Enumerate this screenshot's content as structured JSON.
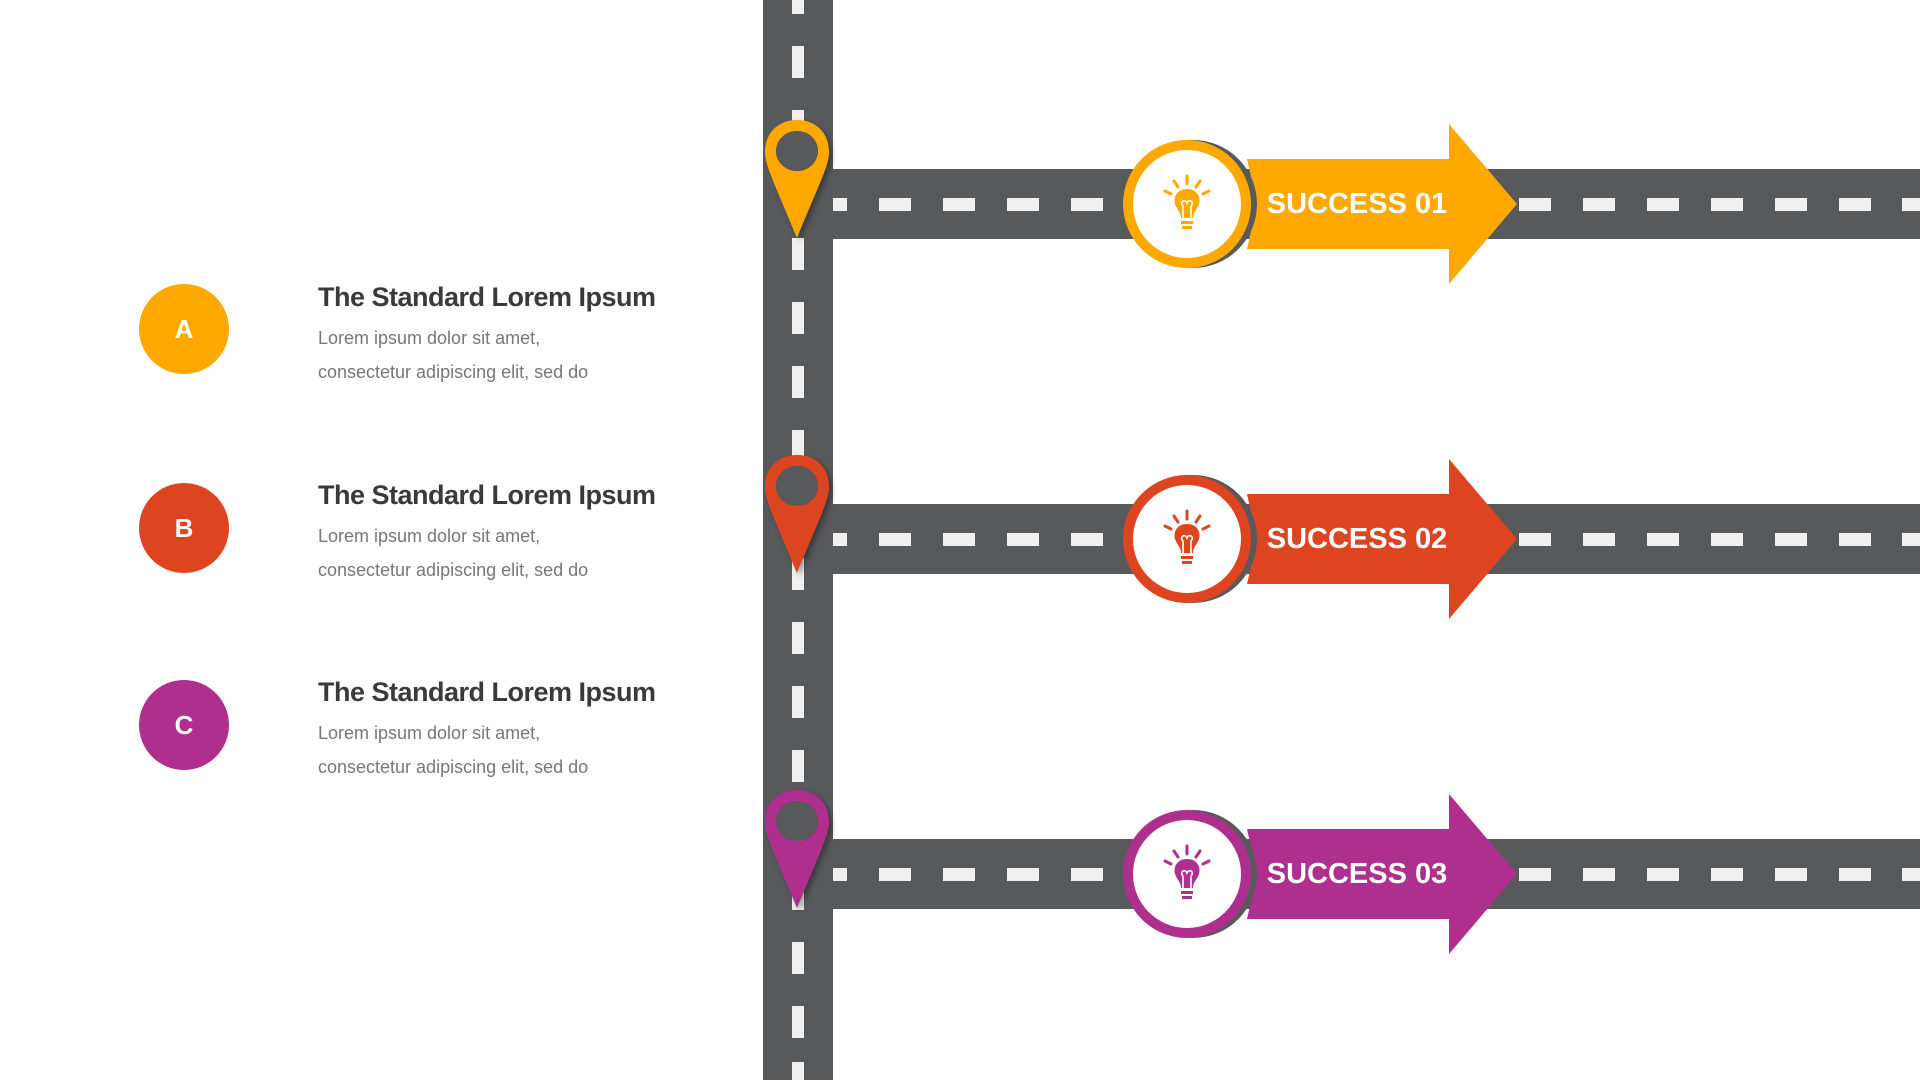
{
  "colors": {
    "orange": "#FFA800",
    "red": "#DC4520",
    "purple": "#AE2F8E",
    "road": "#58595B"
  },
  "items": [
    {
      "letter": "A",
      "title": "The Standard Lorem Ipsum",
      "line1": "Lorem ipsum dolor sit amet,",
      "line2": "consectetur adipiscing elit, sed do"
    },
    {
      "letter": "B",
      "title": "The Standard Lorem Ipsum",
      "line1": "Lorem ipsum dolor sit amet,",
      "line2": "consectetur adipiscing elit, sed do"
    },
    {
      "letter": "C",
      "title": "The Standard Lorem Ipsum",
      "line1": "Lorem ipsum dolor sit amet,",
      "line2": "consectetur adipiscing elit, sed do"
    }
  ],
  "milestones": [
    {
      "label": "SUCCESS 01",
      "icon": "lightbulb-icon"
    },
    {
      "label": "SUCCESS 02",
      "icon": "lightbulb-icon"
    },
    {
      "label": "SUCCESS 03",
      "icon": "lightbulb-icon"
    }
  ]
}
